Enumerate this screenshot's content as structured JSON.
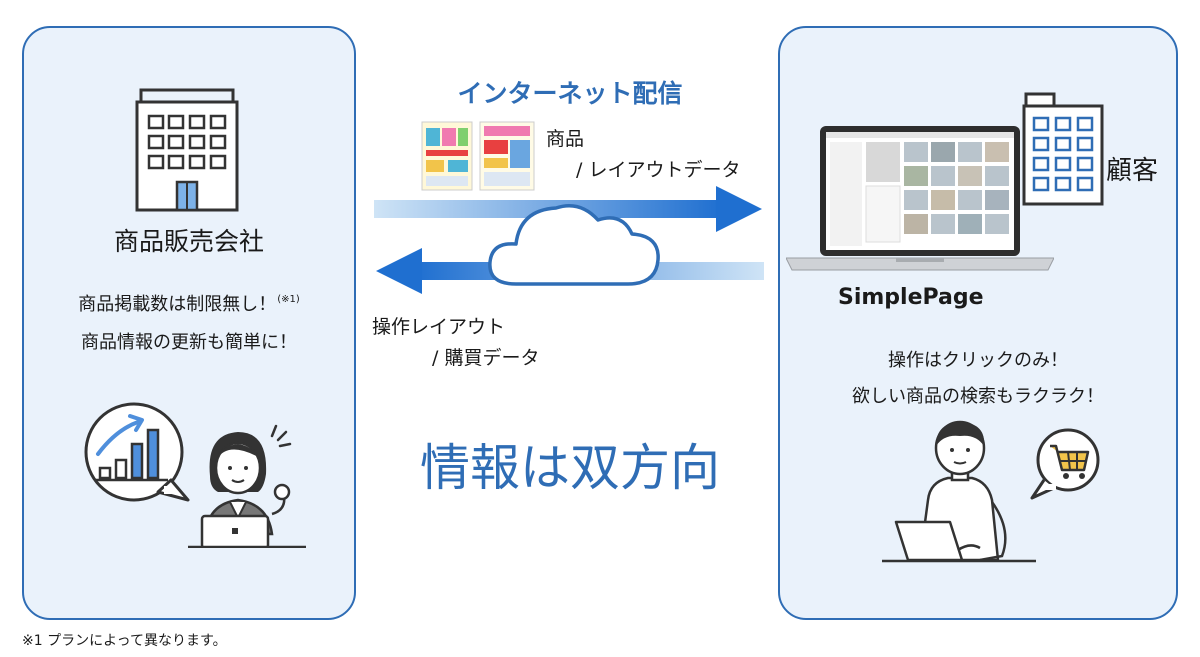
{
  "colors": {
    "accent": "#2f6db5",
    "panel_fill": "#eaf2fb",
    "arrow": "#1f6fd0"
  },
  "left": {
    "title": "商品販売会社",
    "desc_line1": "商品掲載数は制限無し！",
    "desc_note": "(※1)",
    "desc_line2": "商品情報の更新も簡単に！"
  },
  "right": {
    "customer": "顧客",
    "product": "SimplePage",
    "desc_line1": "操作はクリックのみ！",
    "desc_line2": "欲しい商品の検索もラクラク！"
  },
  "flow": {
    "title": "インターネット配信",
    "down_label_line1": "商品",
    "down_label_line2": "/ レイアウトデータ",
    "up_label_line1": "操作レイアウト",
    "up_label_line2": "/ 購買データ",
    "bidirectional": "情報は双方向"
  },
  "footnote": "※1 プランによって異なります。",
  "icons": [
    "office-building-icon",
    "rising-chart-icon",
    "businesswoman-laptop-icon",
    "data-cards-icon",
    "cloud-icon",
    "laptop-screen-icon",
    "customer-building-icon",
    "man-laptop-icon",
    "shopping-cart-icon"
  ]
}
